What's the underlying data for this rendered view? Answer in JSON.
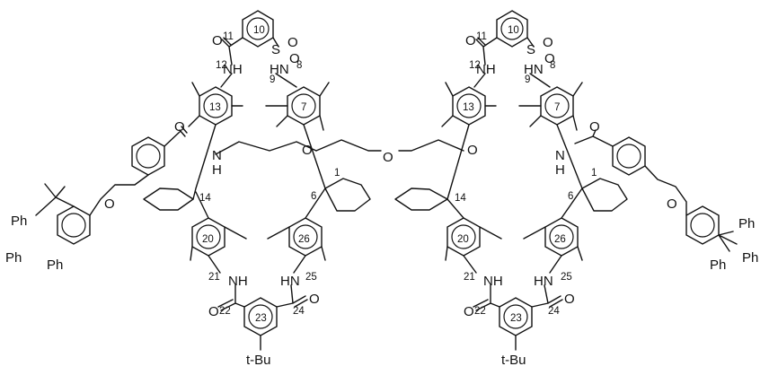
{
  "labels": {
    "ph": "Ph",
    "nh": "NH",
    "hn": "HN",
    "n": "N",
    "h": "H",
    "o": "O",
    "s": "S",
    "tbu": "t-Bu"
  },
  "locants": [
    "1",
    "6",
    "7",
    "8",
    "9",
    "10",
    "11",
    "12",
    "13",
    "14",
    "20",
    "21",
    "22",
    "23",
    "24",
    "25",
    "26"
  ]
}
